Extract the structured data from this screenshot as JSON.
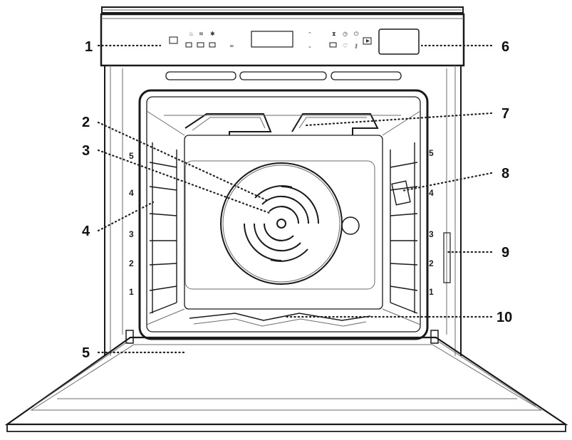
{
  "diagram": {
    "callouts": [
      {
        "id": "c1",
        "text": "1"
      },
      {
        "id": "c2",
        "text": "2"
      },
      {
        "id": "c3",
        "text": "3"
      },
      {
        "id": "c4",
        "text": "4"
      },
      {
        "id": "c5",
        "text": "5"
      },
      {
        "id": "c6",
        "text": "6"
      },
      {
        "id": "c7",
        "text": "7"
      },
      {
        "id": "c8",
        "text": "8"
      },
      {
        "id": "c9",
        "text": "9"
      },
      {
        "id": "c10",
        "text": "10"
      }
    ],
    "shelf_levels_left": [
      "5",
      "4",
      "3",
      "2",
      "1"
    ],
    "shelf_levels_right": [
      "5",
      "4",
      "3",
      "2",
      "1"
    ]
  }
}
